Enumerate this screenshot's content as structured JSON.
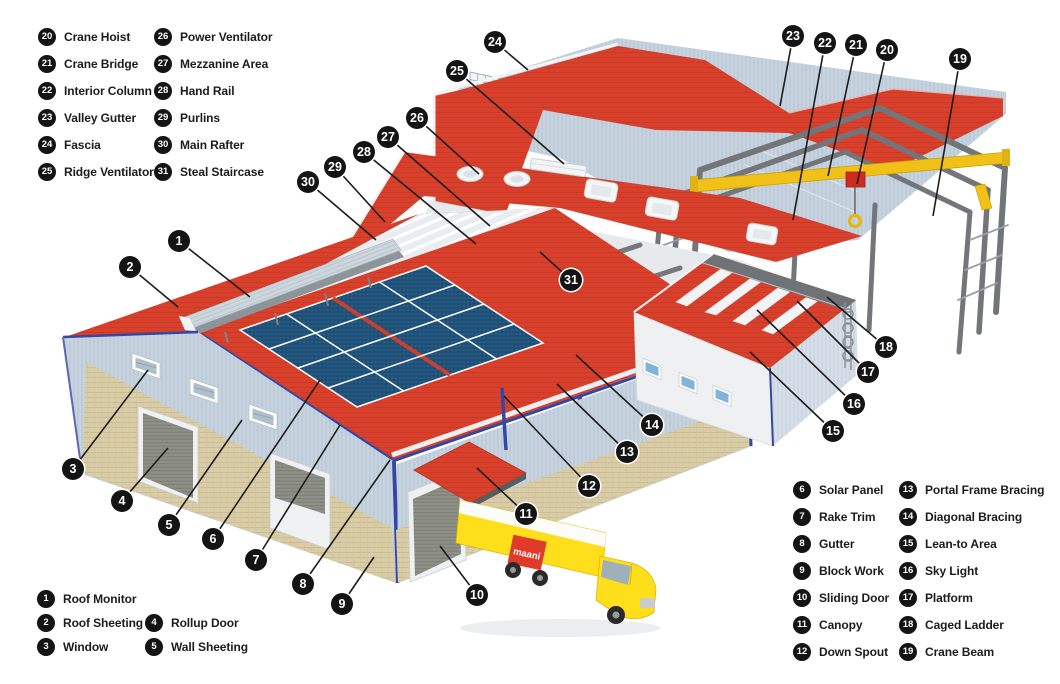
{
  "legends": {
    "top_left": {
      "items": [
        {
          "num": "20",
          "label": "Crane Hoist"
        },
        {
          "num": "21",
          "label": "Crane Bridge"
        },
        {
          "num": "22",
          "label": "Interior Column"
        },
        {
          "num": "23",
          "label": "Valley Gutter"
        },
        {
          "num": "24",
          "label": "Fascia"
        },
        {
          "num": "25",
          "label": "Ridge Ventilator"
        },
        {
          "num": "26",
          "label": "Power Ventilator"
        },
        {
          "num": "27",
          "label": "Mezzanine Area"
        },
        {
          "num": "28",
          "label": "Hand Rail"
        },
        {
          "num": "29",
          "label": "Purlins"
        },
        {
          "num": "30",
          "label": "Main Rafter"
        },
        {
          "num": "31",
          "label": "Steal Staircase"
        }
      ]
    },
    "bottom_left": {
      "items": [
        {
          "num": "1",
          "label": "Roof Monitor"
        },
        {
          "num": "2",
          "label": "Roof Sheeting"
        },
        {
          "num": "3",
          "label": "Window"
        },
        {
          "num": "4",
          "label": "Rollup Door"
        },
        {
          "num": "5",
          "label": "Wall Sheeting"
        }
      ]
    },
    "bottom_right": {
      "items": [
        {
          "num": "6",
          "label": "Solar Panel"
        },
        {
          "num": "7",
          "label": "Rake Trim"
        },
        {
          "num": "8",
          "label": "Gutter"
        },
        {
          "num": "9",
          "label": "Block Work"
        },
        {
          "num": "10",
          "label": "Sliding Door"
        },
        {
          "num": "11",
          "label": "Canopy"
        },
        {
          "num": "12",
          "label": "Down Spout"
        },
        {
          "num": "13",
          "label": "Portal Frame Bracing"
        },
        {
          "num": "14",
          "label": "Diagonal Bracing"
        },
        {
          "num": "15",
          "label": "Lean-to Area"
        },
        {
          "num": "16",
          "label": "Sky Light"
        },
        {
          "num": "17",
          "label": "Platform"
        },
        {
          "num": "18",
          "label": "Caged Ladder"
        },
        {
          "num": "19",
          "label": "Crane Beam"
        }
      ]
    }
  },
  "callouts": [
    {
      "num": "1",
      "label": "Roof Monitor"
    },
    {
      "num": "2",
      "label": "Roof Sheeting"
    },
    {
      "num": "3",
      "label": "Window"
    },
    {
      "num": "4",
      "label": "Rollup Door"
    },
    {
      "num": "5",
      "label": "Wall Sheeting"
    },
    {
      "num": "6",
      "label": "Solar Panel"
    },
    {
      "num": "7",
      "label": "Rake Trim"
    },
    {
      "num": "8",
      "label": "Gutter"
    },
    {
      "num": "9",
      "label": "Block Work"
    },
    {
      "num": "10",
      "label": "Sliding Door"
    },
    {
      "num": "11",
      "label": "Canopy"
    },
    {
      "num": "12",
      "label": "Down Spout"
    },
    {
      "num": "13",
      "label": "Portal Frame Bracing"
    },
    {
      "num": "14",
      "label": "Diagonal Bracing"
    },
    {
      "num": "15",
      "label": "Lean-to Area"
    },
    {
      "num": "16",
      "label": "Sky Light"
    },
    {
      "num": "17",
      "label": "Platform"
    },
    {
      "num": "18",
      "label": "Caged Ladder"
    },
    {
      "num": "19",
      "label": "Crane Beam"
    },
    {
      "num": "20",
      "label": "Crane Hoist"
    },
    {
      "num": "21",
      "label": "Crane Bridge"
    },
    {
      "num": "22",
      "label": "Interior Column"
    },
    {
      "num": "23",
      "label": "Valley Gutter"
    },
    {
      "num": "24",
      "label": "Fascia"
    },
    {
      "num": "25",
      "label": "Ridge Ventilator"
    },
    {
      "num": "26",
      "label": "Power Ventilator"
    },
    {
      "num": "27",
      "label": "Mezzanine Area"
    },
    {
      "num": "28",
      "label": "Hand Rail"
    },
    {
      "num": "29",
      "label": "Purlins"
    },
    {
      "num": "30",
      "label": "Main Rafter"
    },
    {
      "num": "31",
      "label": "Steal Staircase"
    }
  ],
  "truck": {
    "logo_text": "maani"
  },
  "colors": {
    "roof_red": "#d8402c",
    "wall_sheeting": "#c7d4e0",
    "block_work_tan": "#d9cda7",
    "trim_blue": "#3347a5",
    "steel_gray": "#72767a",
    "crane_yellow": "#f1c117",
    "truck_yellow": "#ffdf1b",
    "logo_red": "#e03a2a",
    "callout_black": "#141414"
  }
}
